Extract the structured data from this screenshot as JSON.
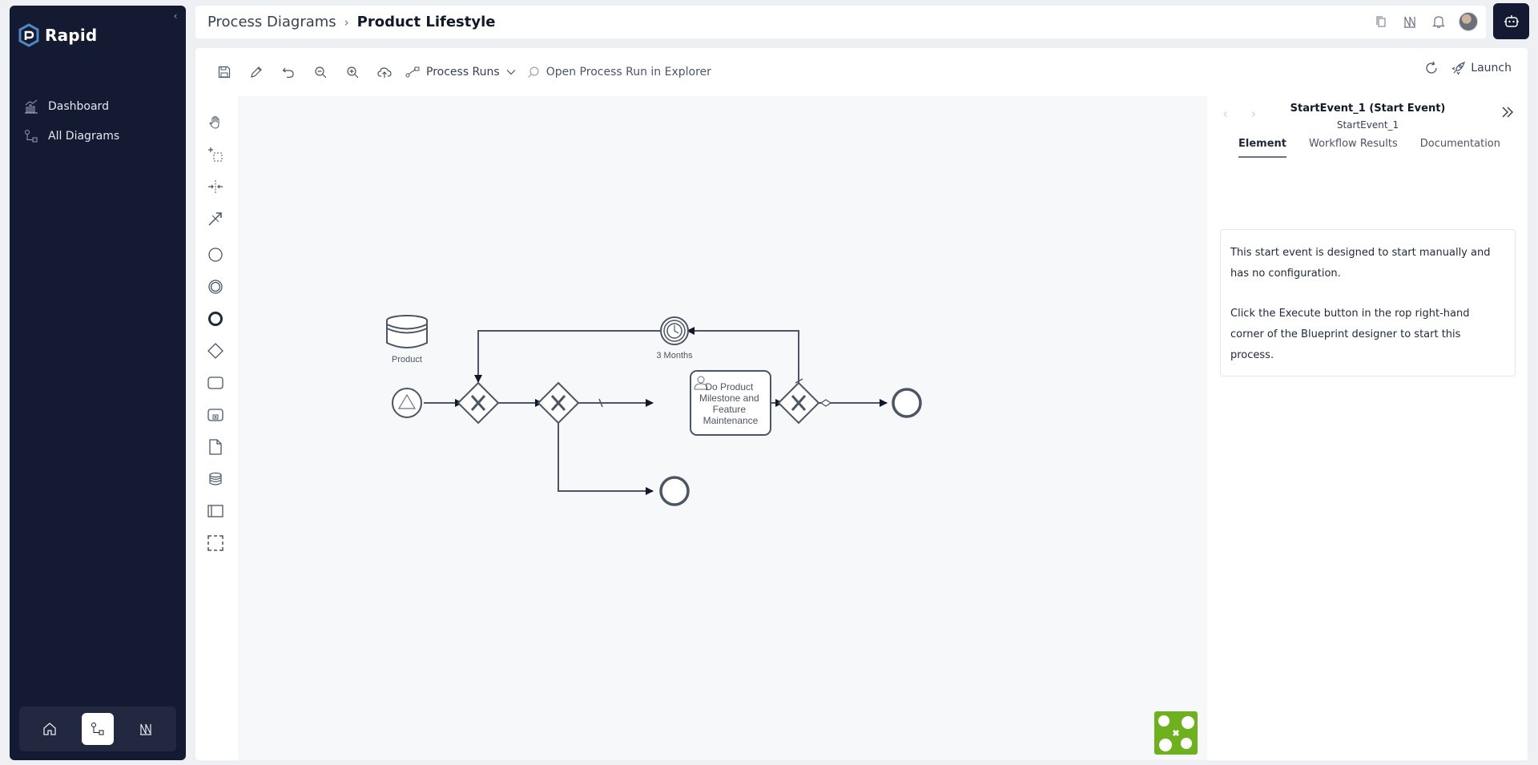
{
  "app": {
    "brand": "Rapid"
  },
  "sidebar": {
    "items": [
      {
        "label": "Dashboard",
        "icon": "chart-icon"
      },
      {
        "label": "All Diagrams",
        "icon": "diagram-icon"
      }
    ],
    "bottom": [
      "home-icon",
      "diagram-icon",
      "report-icon"
    ]
  },
  "header": {
    "breadcrumb": {
      "parent": "Process Diagrams",
      "current": "Product Lifestyle"
    }
  },
  "toolbar": {
    "process_runs": "Process Runs",
    "open_explorer": "Open Process Run in Explorer",
    "launch": "Launch"
  },
  "diagram": {
    "datastore_label": "Product",
    "timer_label": "3 Months",
    "task_lines": [
      "Do Product",
      "Milestone and",
      "Feature",
      "Maintenance"
    ]
  },
  "props": {
    "title": "StartEvent_1 (Start Event)",
    "subtitle": "StartEvent_1",
    "tabs": [
      "Element",
      "Workflow Results",
      "Documentation"
    ],
    "active_tab": "Element",
    "paragraphs": [
      "This start event is designed to start manually and has no configuration.",
      "Click the Execute button in the rop right-hand corner of the Blueprint designer to start this process."
    ]
  },
  "colors": {
    "sidebar": "#151a33",
    "accent": "#4c86c5",
    "puzzle": "#6fb01f"
  }
}
